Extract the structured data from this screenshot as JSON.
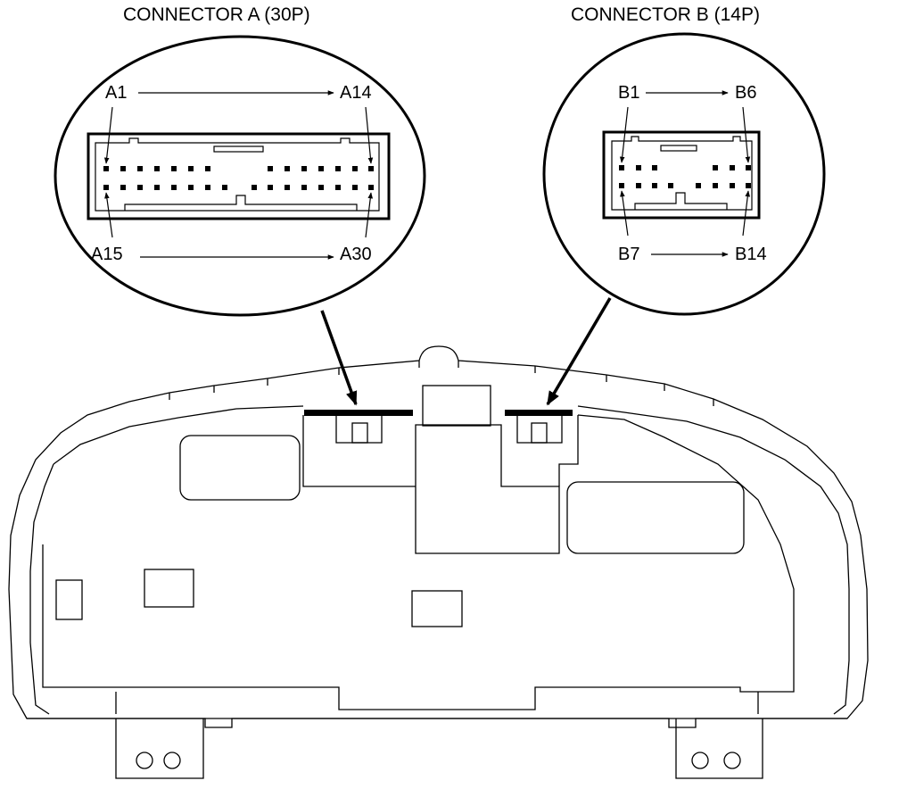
{
  "connectors": {
    "a": {
      "title": "CONNECTOR A (30P)",
      "top_start": "A1",
      "top_end": "A14",
      "bottom_start": "A15",
      "bottom_end": "A30"
    },
    "b": {
      "title": "CONNECTOR B (14P)",
      "top_start": "B1",
      "top_end": "B6",
      "bottom_start": "B7",
      "bottom_end": "B14"
    }
  }
}
